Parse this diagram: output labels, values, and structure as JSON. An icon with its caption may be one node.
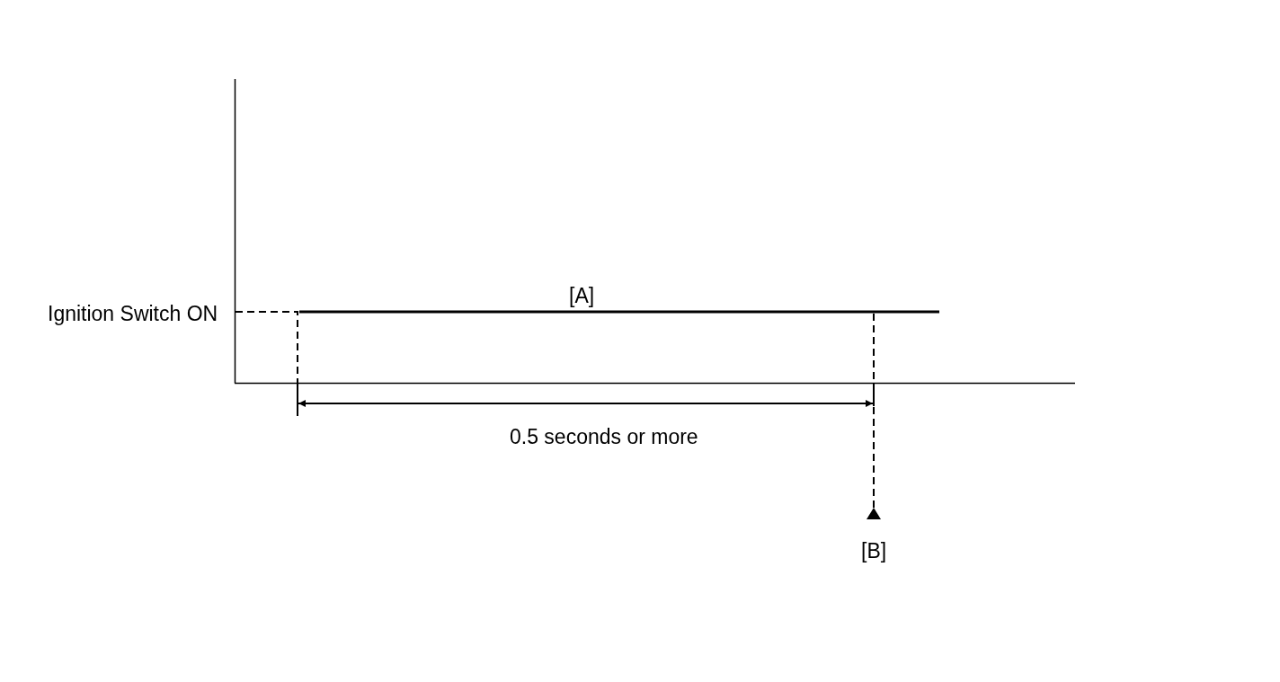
{
  "diagram": {
    "labels": [
      "[A]",
      "Ignition Switch ON",
      "0.5 seconds or more",
      "[B]"
    ]
  }
}
